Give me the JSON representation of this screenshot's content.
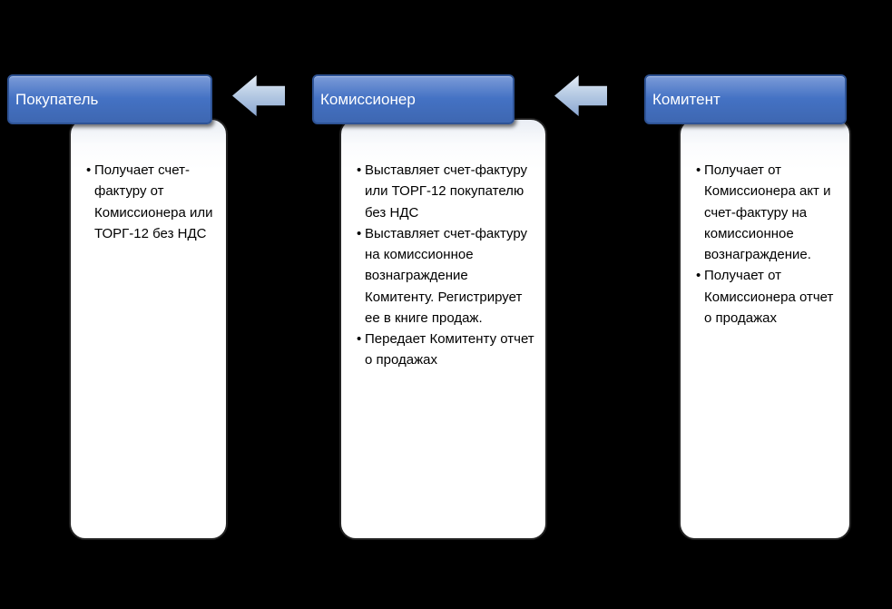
{
  "diagram": {
    "colors": {
      "background": "#000000",
      "header_fill": "#4472C4",
      "header_border": "#2E5395",
      "header_text": "#FFFFFF",
      "card_fill": "#FFFFFF",
      "card_text": "#000000",
      "arrow_fill": "#B8CCE4"
    },
    "columns": [
      {
        "title": "Покупатель",
        "bullets": [
          "Получает счет-фактуру от Комиссионера или ТОРГ-12 без НДС"
        ]
      },
      {
        "title": "Комиссионер",
        "bullets": [
          "Выставляет счет-фактуру или ТОРГ-12 покупателю без НДС",
          "Выставляет счет-фактуру на комиссионное вознаграждение Комитенту. Регистрирует ее в книге продаж.",
          "Передает Комитенту отчет о продажах"
        ]
      },
      {
        "title": "Комитент",
        "bullets": [
          "Получает от Комиссионера акт и счет-фактуру на комиссионное вознаграждение.",
          "Получает от Комиссионера отчет о продажах"
        ]
      }
    ]
  }
}
